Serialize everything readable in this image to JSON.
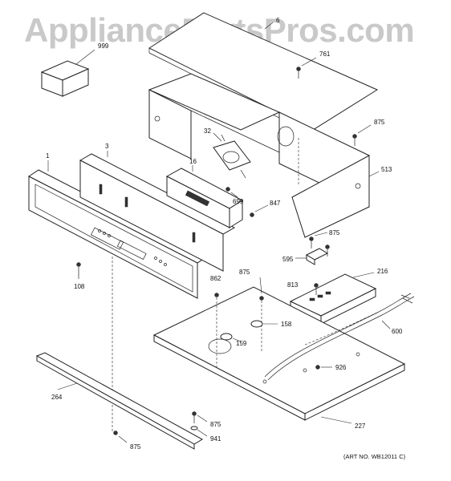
{
  "watermark": "AppliancePartsPros.com",
  "art_number": "(ART NO. WB12011 C)",
  "callouts": {
    "p999": "999",
    "p6": "6",
    "p761": "761",
    "p875a": "875",
    "p513": "513",
    "p1": "1",
    "p3": "3",
    "p32": "32",
    "p16": "16",
    "p699": "699",
    "p847": "847",
    "p875b": "875",
    "p595": "595",
    "p108": "108",
    "p862": "862",
    "p875c": "875",
    "p813": "813",
    "p216": "216",
    "p158": "158",
    "p159": "159",
    "p600": "600",
    "p926": "926",
    "p264": "264",
    "p875d": "875",
    "p941": "941",
    "p875e": "875",
    "p227": "227"
  }
}
